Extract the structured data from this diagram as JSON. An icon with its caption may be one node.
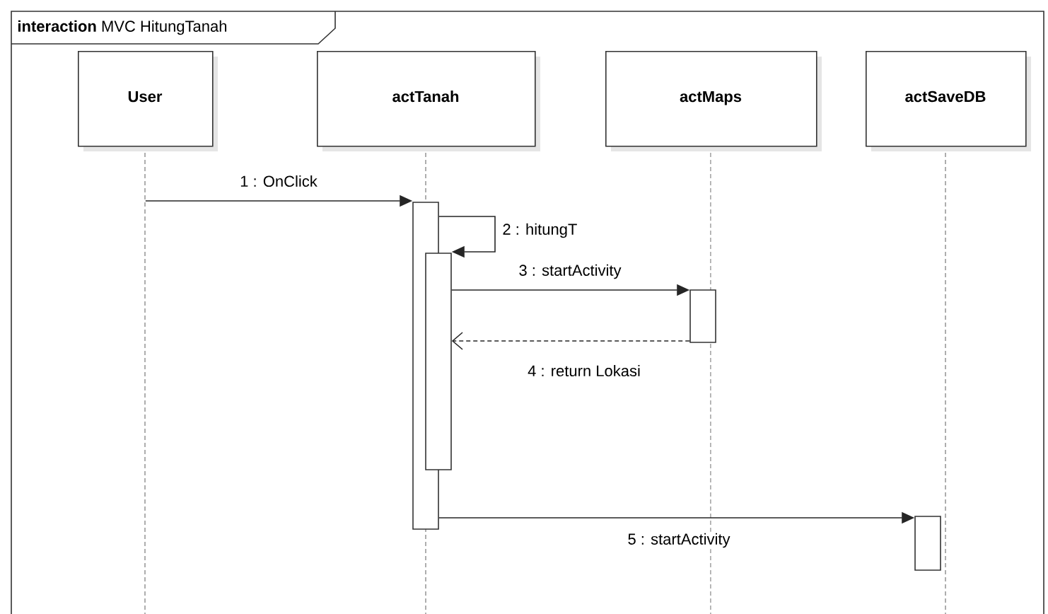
{
  "diagram": {
    "nodes": [
      {
        "text": [
          "**interaction** MVC HitungTanah"
        ]
      },
      {
        "text": [
          "User"
        ],
        "in": 0
      },
      {
        "text": [
          "actTanah"
        ],
        "in": 0
      },
      {
        "text": [
          "actMaps"
        ],
        "in": 0
      },
      {
        "text": [
          "actSaveDB"
        ],
        "in": 0
      },
      {
        "text": [],
        "shape": "bar",
        "in": 0
      },
      {
        "text": [],
        "shape": "bar",
        "in": 0
      },
      {
        "text": [],
        "shape": "bar",
        "in": 0
      },
      {
        "text": [],
        "shape": "bar",
        "in": 0
      }
    ],
    "edges": [
      {
        "from": 1,
        "to": 5,
        "arrow": "to",
        "label": "1 : OnClick"
      },
      {
        "from": 5,
        "to": 6,
        "arrow": "to",
        "label": "2 : hitungT"
      },
      {
        "from": 6,
        "to": 7,
        "arrow": "to",
        "label": "3 : startActivity"
      },
      {
        "from": 7,
        "to": 6,
        "arrow": "to",
        "label": "4 : return Lokasi",
        "style": "dashed"
      },
      {
        "from": 5,
        "to": 8,
        "arrow": "to",
        "label": "5 : startActivity"
      }
    ]
  }
}
